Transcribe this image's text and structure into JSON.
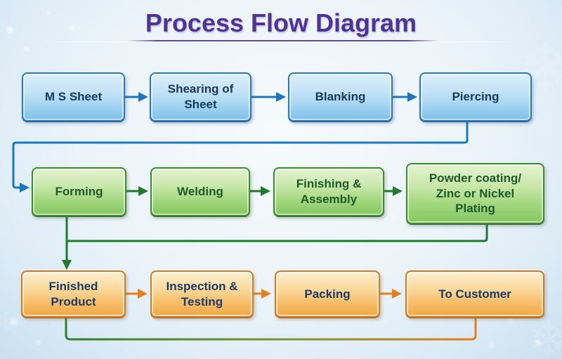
{
  "title": {
    "text": "Process Flow Diagram",
    "color": "#4e3494"
  },
  "flow": {
    "rows": [
      {
        "id": "row-1",
        "theme": "blue",
        "boxes": [
          {
            "label": "M S Sheet"
          },
          {
            "label": "Shearing of Sheet"
          },
          {
            "label": "Blanking"
          },
          {
            "label": "Piercing"
          }
        ]
      },
      {
        "id": "row-2",
        "theme": "green",
        "boxes": [
          {
            "label": "Forming"
          },
          {
            "label": "Welding"
          },
          {
            "label": "Finishing & Assembly"
          },
          {
            "label": "Powder coating/ Zinc or Nickel Plating"
          }
        ]
      },
      {
        "id": "row-3",
        "theme": "orange",
        "boxes": [
          {
            "label": "Finished Product"
          },
          {
            "label": "Inspection & Testing"
          },
          {
            "label": "Packing"
          },
          {
            "label": "To Customer"
          }
        ]
      }
    ],
    "edges": [
      {
        "from": "M S Sheet",
        "to": "Shearing of Sheet",
        "arrow": true
      },
      {
        "from": "Shearing of Sheet",
        "to": "Blanking",
        "arrow": true
      },
      {
        "from": "Blanking",
        "to": "Piercing",
        "arrow": true
      },
      {
        "from": "Piercing",
        "to": "Forming",
        "arrow": true,
        "route": "down-left-down elbow"
      },
      {
        "from": "Forming",
        "to": "Welding",
        "arrow": true
      },
      {
        "from": "Welding",
        "to": "Finishing & Assembly",
        "arrow": true
      },
      {
        "from": "Finishing & Assembly",
        "to": "Powder coating/ Zinc or Nickel Plating",
        "arrow": true
      },
      {
        "from": "Powder coating/ Zinc or Nickel Plating",
        "to": "Finished Product",
        "arrow": true,
        "route": "down-left-down elbow merging under Forming"
      },
      {
        "from": "Finished Product",
        "to": "Inspection & Testing",
        "arrow": true
      },
      {
        "from": "Inspection & Testing",
        "to": "Packing",
        "arrow": true
      },
      {
        "from": "Packing",
        "to": "To Customer",
        "arrow": true
      },
      {
        "from": "Finished Product",
        "to": "To Customer",
        "arrow": false,
        "route": "bottom loop, green-to-orange gradient line"
      }
    ]
  },
  "colors": {
    "blue_border": "#2d77b9",
    "blue_fill_top": "#dceefb",
    "blue_fill_bottom": "#7fc0e9",
    "blue_text": "#17375e",
    "blue_arrow": "#1b77c0",
    "green_border": "#3c8c2e",
    "green_fill_top": "#e4f4d1",
    "green_fill_bottom": "#85c661",
    "green_text": "#1c5a28",
    "green_arrow": "#1f7a30",
    "orange_border": "#cf7d20",
    "orange_fill_top": "#fdf0d1",
    "orange_fill_bottom": "#f1a846",
    "orange_text": "#1d3a66",
    "orange_arrow": "#e5801f",
    "background_light": "#f6fafd",
    "background_edge": "#c8dff0",
    "title_purple": "#4e3494"
  },
  "decor": {
    "snowflake_icon": "❄",
    "bokeh": "soft white circles top-left and bottom corners"
  }
}
